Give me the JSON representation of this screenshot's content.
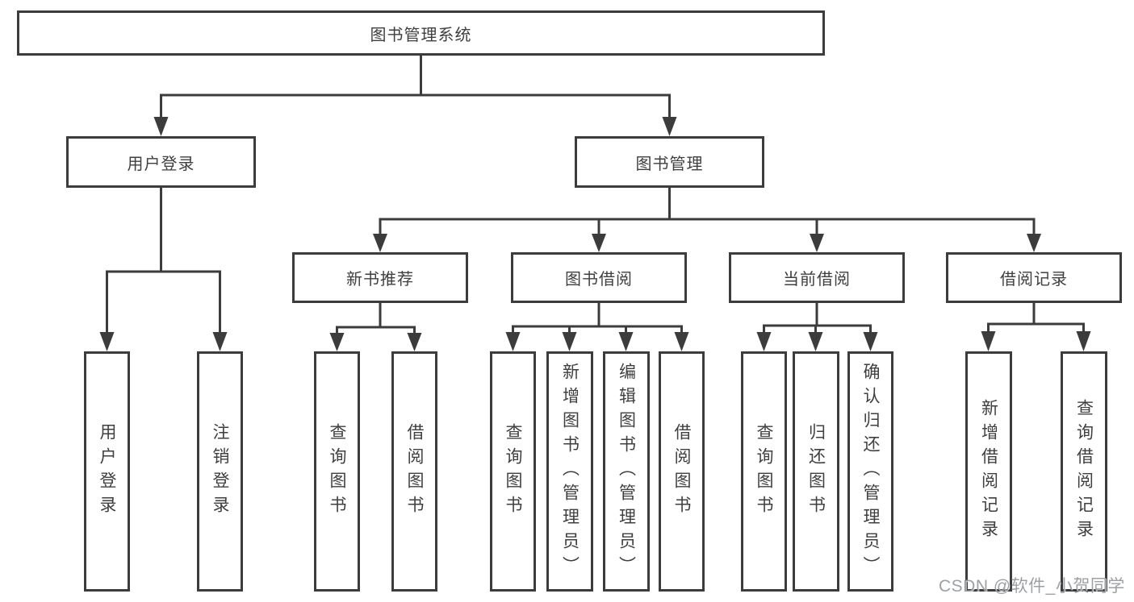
{
  "diagram": {
    "root": "图书管理系统",
    "branches": [
      {
        "label": "用户登录",
        "children": [
          "用户登录",
          "注销登录"
        ]
      },
      {
        "label": "图书管理",
        "sections": [
          {
            "label": "新书推荐",
            "children": [
              "查询图书",
              "借阅图书"
            ]
          },
          {
            "label": "图书借阅",
            "children": [
              "查询图书",
              "新增图书（管理员）",
              "编辑图书（管理员）",
              "借阅图书"
            ]
          },
          {
            "label": "当前借阅",
            "children": [
              "查询图书",
              "归还图书",
              "确认归还（管理员）"
            ]
          },
          {
            "label": "借阅记录",
            "children": [
              "新增借阅记录",
              "查询借阅记录"
            ]
          }
        ]
      }
    ]
  },
  "watermark": "CSDN @软件_小贺同学",
  "colors": {
    "line": "#3c3c3c",
    "text": "#3f3f3f",
    "background": "#ffffff",
    "watermark": "#91969b"
  }
}
